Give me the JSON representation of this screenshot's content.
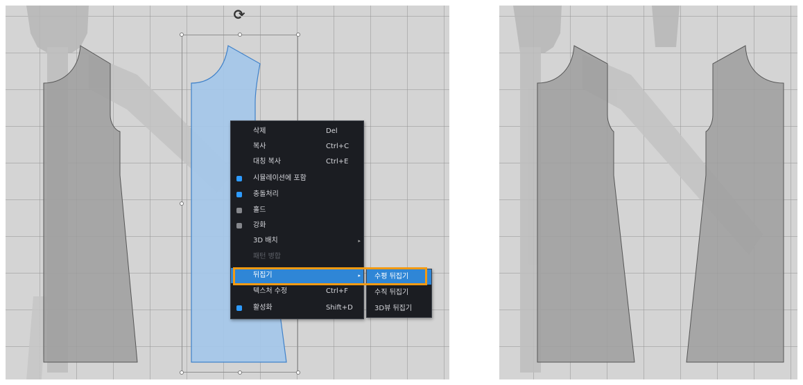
{
  "context_menu": {
    "items": [
      {
        "label": "삭제",
        "shortcut": "Del"
      },
      {
        "label": "복사",
        "shortcut": "Ctrl+C"
      },
      {
        "label": "대칭 복사",
        "shortcut": "Ctrl+E"
      },
      {
        "label": "시뮬레이션에 포함",
        "shortcut": "",
        "checked": true
      },
      {
        "label": "충돌처리",
        "shortcut": "",
        "checked": true
      },
      {
        "label": "홀드",
        "shortcut": "",
        "checked": false
      },
      {
        "label": "강화",
        "shortcut": "",
        "checked": false
      },
      {
        "label": "3D 배치",
        "shortcut": "",
        "submenu": true
      },
      {
        "label": "패턴 병합",
        "shortcut": "",
        "disabled": true
      },
      {
        "label": "뒤집기",
        "shortcut": "",
        "submenu": true,
        "highlighted": true
      },
      {
        "label": "텍스처 수정",
        "shortcut": "Ctrl+F"
      },
      {
        "label": "활성화",
        "shortcut": "Shift+D",
        "checked": true
      }
    ]
  },
  "submenu": {
    "items": [
      {
        "label": "수평 뒤집기",
        "highlighted": true
      },
      {
        "label": "수직 뒤집기"
      },
      {
        "label": "3D뷰 뒤집기"
      }
    ]
  },
  "icons": {
    "rotate": "rotate-icon",
    "submenu_arrow": "chevron-right-icon"
  },
  "colors": {
    "selected_pattern": "#a3c7ea",
    "pattern": "#9e9e9e",
    "menu_background": "#1b1d22",
    "menu_highlight": "#2f86d6",
    "callout_border": "#f29a12",
    "check_on": "#2e9bff"
  }
}
